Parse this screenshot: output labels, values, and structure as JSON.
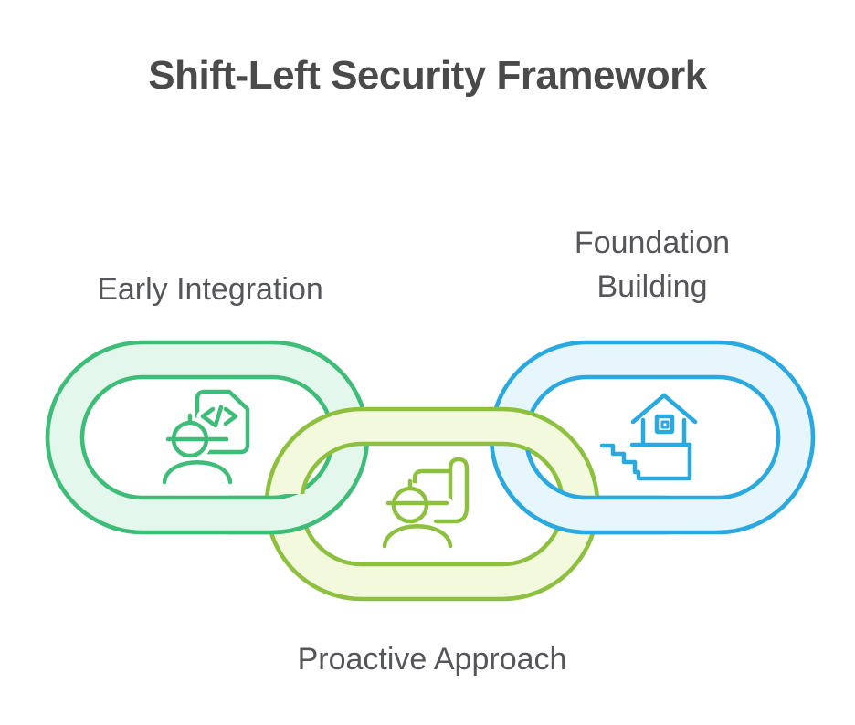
{
  "title": "Shift-Left Security Framework",
  "colors": {
    "title_text": "#4A4A4A",
    "label_text": "#55565A",
    "background": "#FFFFFF"
  },
  "nodes": [
    {
      "label": "Early Integration",
      "position": "left",
      "icon": "engineer-code-document-icon",
      "link_color": "#3DBD78",
      "link_fill": "#E4F7EC"
    },
    {
      "label": "Proactive Approach",
      "position": "bottom-center",
      "icon": "engineer-blueprint-icon",
      "link_color": "#8EC03F",
      "link_fill": "#F2F9DC"
    },
    {
      "label": "Foundation Building",
      "position": "right",
      "icon": "house-foundation-stairs-icon",
      "link_color": "#29A9E0",
      "link_fill": "#E7F5FC"
    }
  ]
}
